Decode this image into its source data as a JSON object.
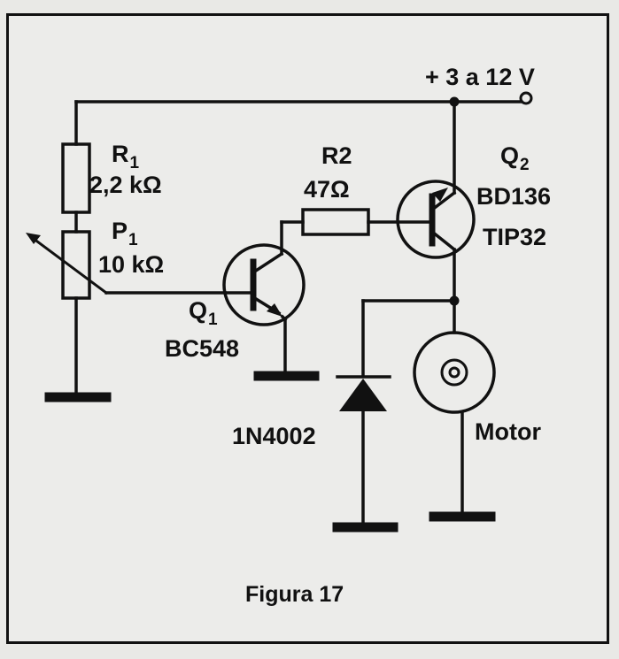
{
  "supply": {
    "text": "+ 3 a 12 V"
  },
  "components": {
    "r1": {
      "name": "R",
      "sub": "1",
      "value": "2,2 kΩ"
    },
    "p1": {
      "name": "P",
      "sub": "1",
      "value": "10 kΩ"
    },
    "r2": {
      "name": "R2",
      "value": "47Ω"
    },
    "q1": {
      "name": "Q",
      "sub": "1",
      "part": "BC548"
    },
    "q2": {
      "name": "Q",
      "sub": "2",
      "part1": "BD136",
      "part2": "TIP32"
    },
    "diode": {
      "part": "1N4002"
    },
    "motor": {
      "label": "Motor"
    }
  },
  "caption": "Figura 17",
  "colors": {
    "ink": "#111111",
    "paper": "#ececea"
  }
}
